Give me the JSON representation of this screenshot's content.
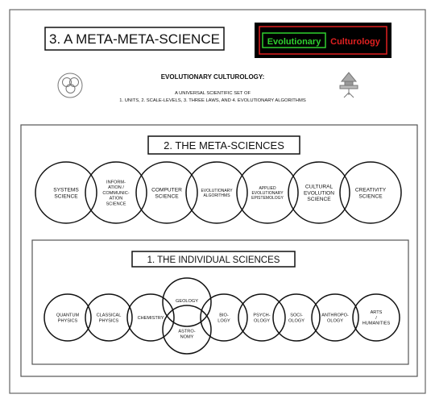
{
  "header": {
    "title": "3. A META-META-SCIENCE",
    "logo_part1": "Evolutionary",
    "logo_part2": "Culturology",
    "subtitle_line1": "EVOLUTIONARY CULTUROLOGY:",
    "subtitle_line2": "A UNIVERSAL SCIENTIFIC SET OF",
    "subtitle_line3": "1. UNITS, 2. SCALE-LEVELS, 3. THREE LAWS, AND 4. EVOLUTIONARY ALGORITHMS"
  },
  "colors": {
    "logo_bg": "#000000",
    "logo_green": "#2fd12f",
    "logo_red": "#e02020"
  },
  "meta_sciences": {
    "title": "2. THE META-SCIENCES",
    "circles": [
      {
        "lines": [
          "SYSTEMS",
          "SCIENCE"
        ]
      },
      {
        "lines": [
          "INFORM-",
          "ATION /",
          "COMMUNIC-",
          "ATION",
          "SCIENCE"
        ]
      },
      {
        "lines": [
          "COMPUTER",
          "SCIENCE"
        ]
      },
      {
        "lines": [
          "EVOLUTIONARY",
          "ALGORITHMS"
        ]
      },
      {
        "lines": [
          "APPLIED",
          "EVOLUTIONARY",
          "EPISTEMOLOGY"
        ]
      },
      {
        "lines": [
          "CULTURAL",
          "EVOLUTION",
          "SCIENCE"
        ]
      },
      {
        "lines": [
          "CREATIVITY",
          "SCIENCE"
        ]
      }
    ]
  },
  "individual_sciences": {
    "title": "1. THE INDIVIDUAL SCIENCES",
    "circles": [
      {
        "lines": [
          "QUANTUM",
          "PHYSICS"
        ]
      },
      {
        "lines": [
          "CLASSICAL",
          "PHYSICS"
        ]
      },
      {
        "lines": [
          "CHEMISTRY"
        ]
      },
      {
        "lines": [
          "GEOLOGY"
        ]
      },
      {
        "lines": [
          "ASTRO-",
          "NOMY"
        ]
      },
      {
        "lines": [
          "BIO-",
          "LOGY"
        ]
      },
      {
        "lines": [
          "PSYCH-",
          "OLOGY"
        ]
      },
      {
        "lines": [
          "SOCI-",
          "OLOGY"
        ]
      },
      {
        "lines": [
          "ANTHROPO-",
          "OLOGY"
        ]
      },
      {
        "lines": [
          "ARTS",
          "/",
          "HUMANITIES"
        ]
      }
    ]
  }
}
